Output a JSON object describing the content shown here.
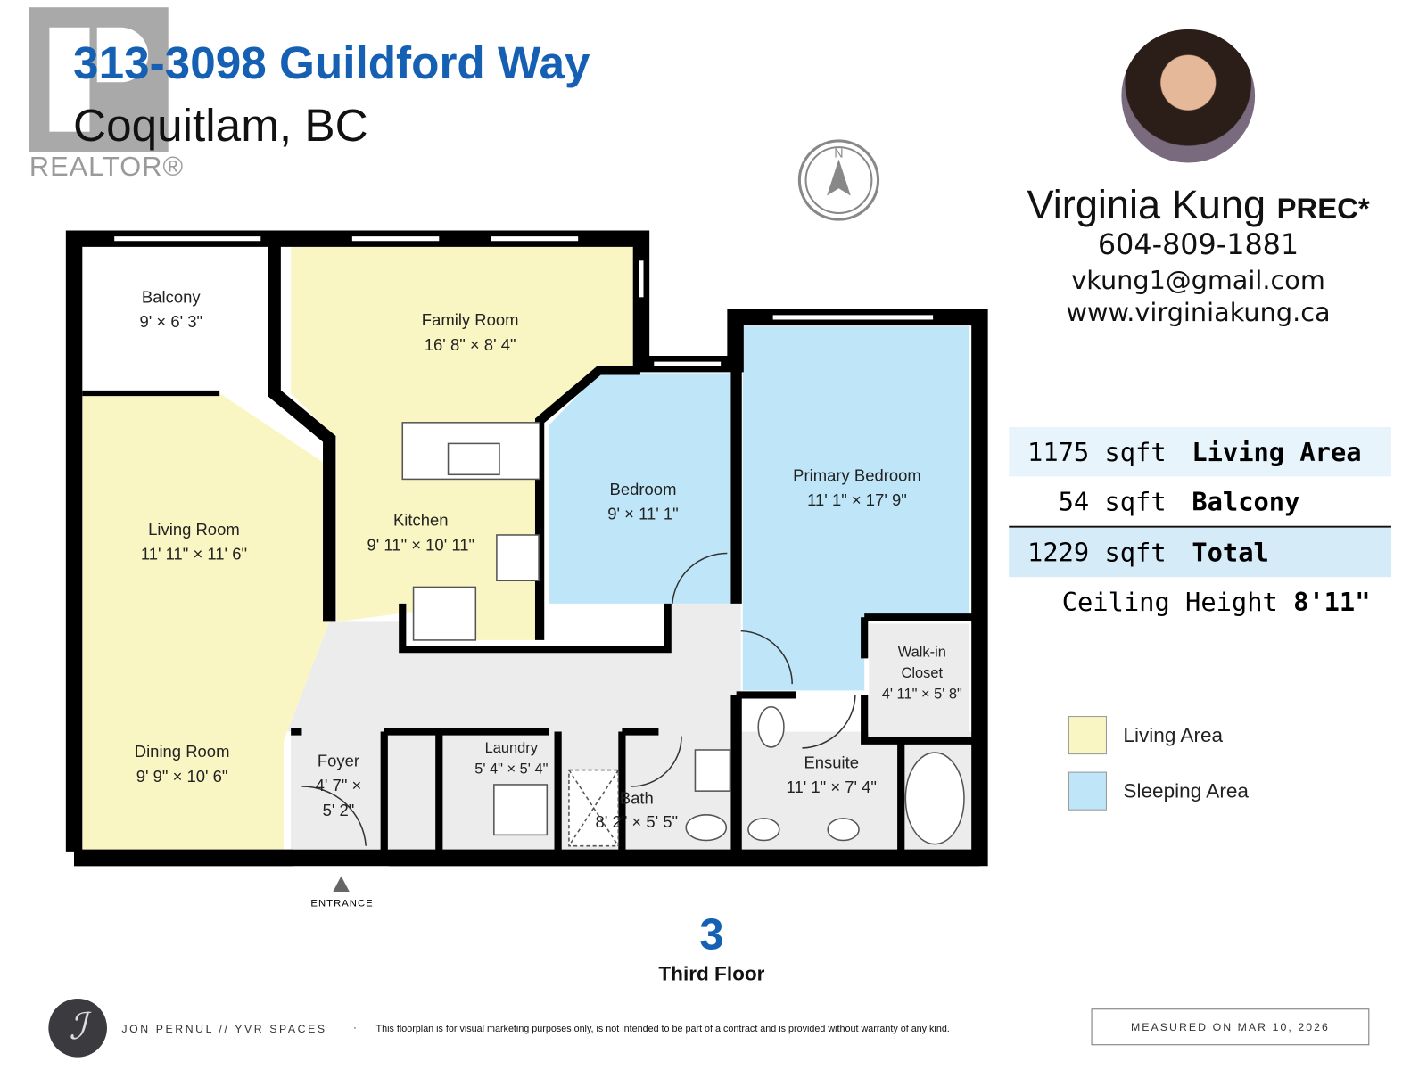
{
  "header": {
    "title": "313-3098 Guildford Way",
    "subtitle": "Coquitlam, BC",
    "logo_text": "REALTOR®"
  },
  "agent": {
    "name": "Virginia Kung",
    "designation": "PREC*",
    "phone": "604-809-1881",
    "email": "vkung1@gmail.com",
    "website": "www.virginiakung.ca"
  },
  "compass": {
    "label": "N"
  },
  "areas": [
    {
      "value": "1175 sqft",
      "label": "Living Area"
    },
    {
      "value": "54 sqft",
      "label": "Balcony"
    },
    {
      "value": "1229 sqft",
      "label": "Total"
    }
  ],
  "ceiling": {
    "label": "Ceiling Height",
    "value": "8'11\""
  },
  "legend": [
    {
      "label": "Living Area",
      "color": "#faf6c4"
    },
    {
      "label": "Sleeping Area",
      "color": "#bfe6f8"
    }
  ],
  "rooms": {
    "balcony": {
      "name": "Balcony",
      "dim": "9' × 6' 3\""
    },
    "family": {
      "name": "Family Room",
      "dim": "16' 8\" × 8' 4\""
    },
    "kitchen": {
      "name": "Kitchen",
      "dim": "9' 11\" × 10' 11\""
    },
    "living": {
      "name": "Living Room",
      "dim": "11' 11\" × 11' 6\""
    },
    "dining": {
      "name": "Dining Room",
      "dim": "9' 9\" × 10' 6\""
    },
    "bedroom": {
      "name": "Bedroom",
      "dim": "9' × 11' 1\""
    },
    "primary": {
      "name": "Primary Bedroom",
      "dim": "11' 1\" × 17' 9\""
    },
    "walkin": {
      "name": "Walk-in Closet",
      "name1": "Walk-in",
      "name2": "Closet",
      "dim": "4' 11\" × 5' 8\""
    },
    "foyer": {
      "name": "Foyer",
      "dim1": "4' 7\" ×",
      "dim2": "5' 2\""
    },
    "laundry": {
      "name": "Laundry",
      "dim": "5' 4\" × 5' 4\""
    },
    "bath": {
      "name": "Bath",
      "dim": "8' 2\" × 5' 5\""
    },
    "ensuite": {
      "name": "Ensuite",
      "dim": "11' 1\" × 7' 4\""
    }
  },
  "entrance_label": "ENTRANCE",
  "floor": {
    "number": "3",
    "name": "Third Floor"
  },
  "footer": {
    "credit": "JON PERNUL // YVR SPACES",
    "separator": "·",
    "disclaimer": "This floorplan is for visual marketing purposes only, is not intended to be part of a contract and is provided without warranty of any kind.",
    "measured": "MEASURED ON MAR 10, 2026"
  },
  "colors": {
    "title": "#1560b3",
    "living": "#faf6c4",
    "sleeping": "#bfe6f8",
    "hall": "#ececec",
    "wall": "#000000"
  }
}
